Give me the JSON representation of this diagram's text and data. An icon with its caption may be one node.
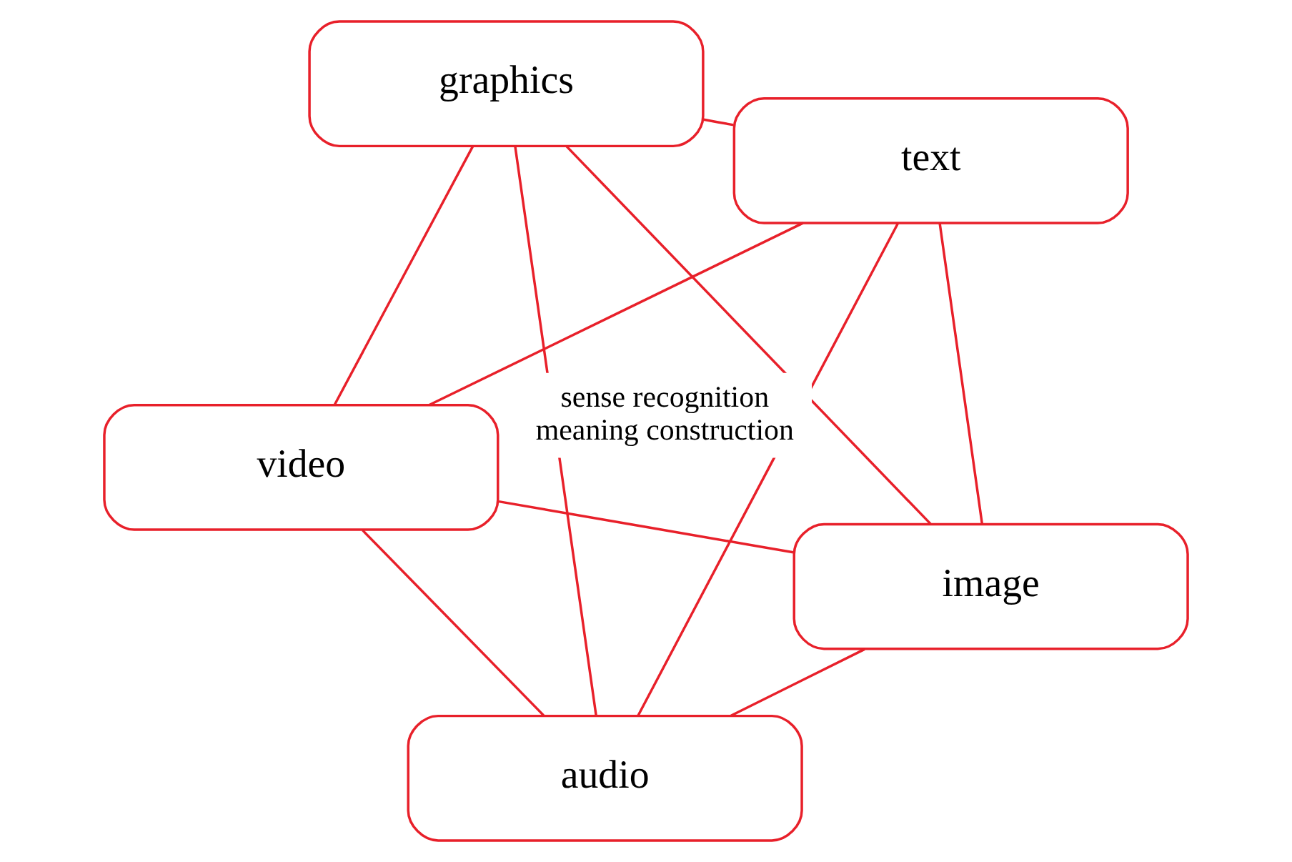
{
  "diagram": {
    "nodes": [
      {
        "text": [
          "video"
        ]
      },
      {
        "text": [
          "image"
        ]
      },
      {
        "text": [
          "audio"
        ]
      },
      {
        "text": [
          "graphics"
        ]
      },
      {
        "text": [
          "text"
        ]
      }
    ],
    "edges": [
      {
        "from": 0,
        "to": 1,
        "arrow": "none"
      },
      {
        "from": 0,
        "to": 2,
        "arrow": "none"
      },
      {
        "from": 0,
        "to": 3,
        "arrow": "none"
      },
      {
        "from": 0,
        "to": 4,
        "arrow": "none"
      },
      {
        "from": 1,
        "to": 2,
        "arrow": "none"
      },
      {
        "from": 1,
        "to": 3,
        "arrow": "none"
      },
      {
        "from": 1,
        "to": 4,
        "arrow": "none"
      },
      {
        "from": 2,
        "to": 3,
        "arrow": "none"
      },
      {
        "from": 2,
        "to": 4,
        "arrow": "none"
      },
      {
        "from": 3,
        "to": 4,
        "arrow": "none"
      }
    ],
    "labels": [
      "sense recognition",
      "meaning construction"
    ]
  }
}
